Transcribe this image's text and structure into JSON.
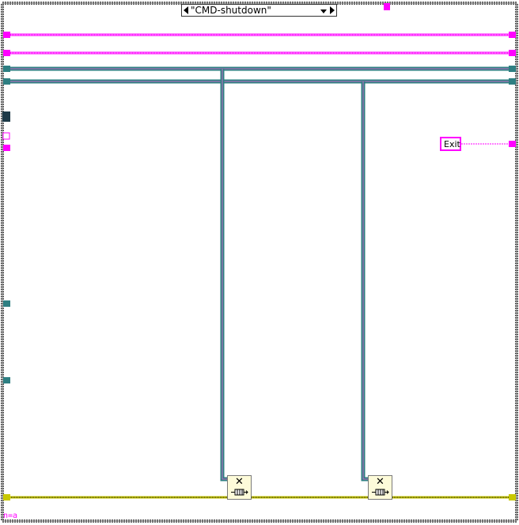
{
  "case_selector": {
    "value": "\"CMD-shutdown\""
  },
  "constant": {
    "exit_label": "Exit"
  },
  "iteration_label": "n=a",
  "colors": {
    "frame": "#5a5a5a",
    "string_wire": "#ff00ff",
    "ref_wire": "#2e7f82",
    "error_wire": "#c8c800",
    "node_bg": "#fdfbd9"
  },
  "icons": {
    "release_queue_1": "release-queue-icon",
    "release_queue_2": "release-queue-icon"
  }
}
